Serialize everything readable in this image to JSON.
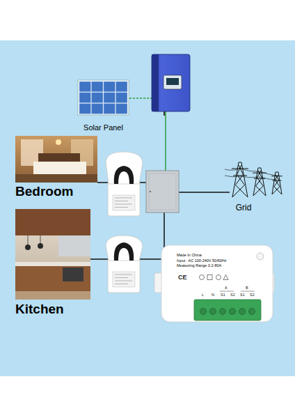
{
  "diagram": {
    "nodes": [
      {
        "text": [
          "Solar Panel"
        ]
      },
      {
        "text": [
          "Bedroom"
        ]
      },
      {
        "text": [
          "Kitchen"
        ]
      },
      {
        "text": [
          "Grid"
        ]
      },
      {
        "text": [
          "Made In China",
          "Input : AC 100-240V 50/60Hz",
          "Measuring Range 0.2-80A"
        ]
      }
    ],
    "labels": [
      "CE",
      "A",
      "B",
      "L",
      "N",
      "S1",
      "S2",
      "S1",
      "S2"
    ]
  }
}
